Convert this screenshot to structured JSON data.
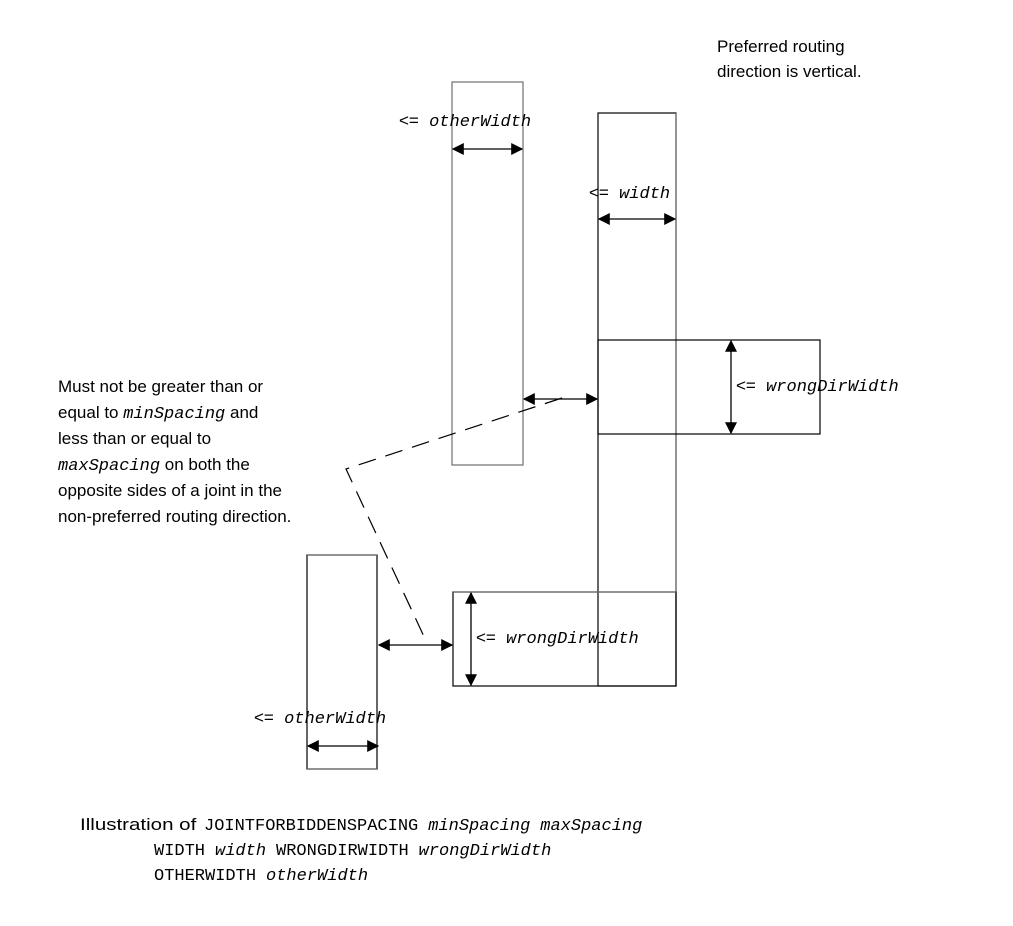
{
  "notes": {
    "preferred_direction": [
      "Preferred routing",
      "direction is vertical."
    ],
    "constraint": {
      "line1": "Must not be greater than or",
      "line2_a": "equal to ",
      "line2_b": "minSpacing",
      "line2_c": " and",
      "line3": "less than or equal to",
      "line4_a": "maxSpacing",
      "line4_b": " on both the",
      "line5": "opposite sides of a joint in the",
      "line6": "non-preferred routing direction."
    }
  },
  "labels": {
    "le": "<=",
    "other_width_top": "otherWidth",
    "width": "width",
    "wrong_dir_width_right": "wrongDirWidth",
    "wrong_dir_width_bottom": "wrongDirWidth",
    "other_width_bottom": "otherWidth"
  },
  "caption": {
    "prefix": "Illustration of ",
    "keyword1": "JOINTFORBIDDENSPACING",
    "arg1": "minSpacing",
    "arg2": "maxSpacing",
    "keyword2": "WIDTH",
    "arg3": "width",
    "keyword3": "WRONGDIRWIDTH",
    "arg4": "wrongDirWidth",
    "keyword4": "OTHERWIDTH",
    "arg5": "otherWidth"
  }
}
